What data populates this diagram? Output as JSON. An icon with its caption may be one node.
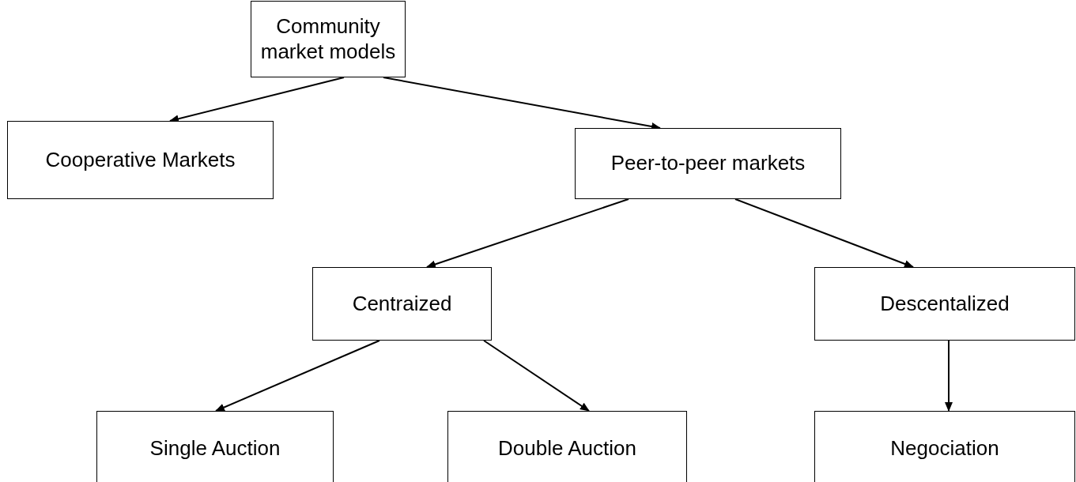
{
  "diagram": {
    "nodes": [
      {
        "text": [
          "Community market models"
        ]
      },
      {
        "text": [
          "Cooperative Markets"
        ]
      },
      {
        "text": [
          "Peer-to-peer markets"
        ]
      },
      {
        "text": [
          "Centraized"
        ]
      },
      {
        "text": [
          "Descentalized"
        ]
      },
      {
        "text": [
          "Single Auction"
        ]
      },
      {
        "text": [
          "Double Auction"
        ]
      },
      {
        "text": [
          "Negociation"
        ]
      }
    ],
    "edges": [
      {
        "from": 0,
        "to": 1,
        "arrow": "to"
      },
      {
        "from": 0,
        "to": 2,
        "arrow": "to"
      },
      {
        "from": 2,
        "to": 3,
        "arrow": "to"
      },
      {
        "from": 2,
        "to": 4,
        "arrow": "to"
      },
      {
        "from": 3,
        "to": 5,
        "arrow": "to"
      },
      {
        "from": 3,
        "to": 6,
        "arrow": "to"
      },
      {
        "from": 4,
        "to": 7,
        "arrow": "to"
      }
    ]
  }
}
